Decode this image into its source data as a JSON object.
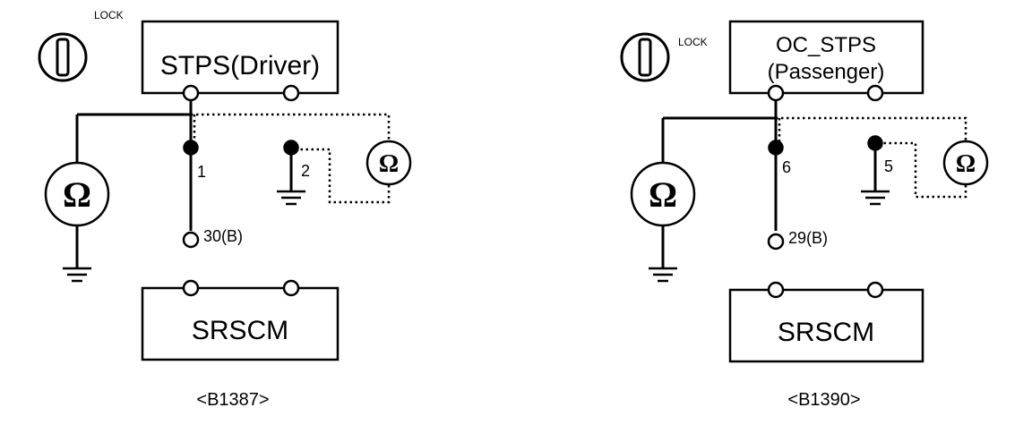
{
  "diagrams": [
    {
      "id": "B1387",
      "lock_label": "LOCK",
      "top_component": [
        "STPS(Driver)"
      ],
      "bottom_component": "SRSCM",
      "pin_a": "1",
      "pin_b": "2",
      "pin_scm": "30(B)",
      "caption": "<B1387>",
      "meter_symbol": "Ω"
    },
    {
      "id": "B1390",
      "lock_label": "LOCK",
      "top_component": [
        "OC_STPS",
        "(Passenger)"
      ],
      "bottom_component": "SRSCM",
      "pin_a": "6",
      "pin_b": "5",
      "pin_scm": "29(B)",
      "caption": "<B1390>",
      "meter_symbol": "Ω"
    }
  ]
}
